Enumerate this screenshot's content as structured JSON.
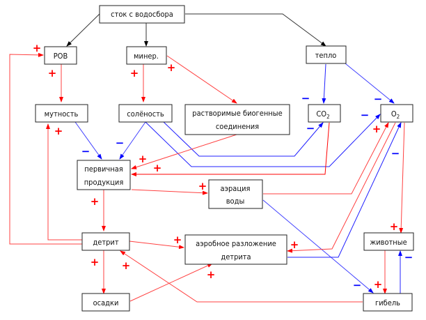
{
  "title": "Схема связей в водной экосистеме",
  "colors": {
    "positive": "#ff0000",
    "negative": "#0000ff",
    "neutral": "#000000"
  },
  "nodes": {
    "runoff": {
      "label": "сток с водосбора"
    },
    "dom": {
      "label": "РОВ"
    },
    "miner": {
      "label": "минер."
    },
    "heat": {
      "label": "тепло"
    },
    "turbidity": {
      "label": "мутность"
    },
    "salinity": {
      "label": "солёность"
    },
    "nutrients": {
      "label_line1": "растворимые биогенные",
      "label_line2": "соединения"
    },
    "co2": {
      "label": "CO",
      "sub": "2"
    },
    "o2": {
      "label": "O",
      "sub": "2"
    },
    "primary": {
      "label_line1": "первичная",
      "label_line2": "продукция"
    },
    "aeration": {
      "label_line1": "аэрация",
      "label_line2": "воды"
    },
    "detritus": {
      "label": "детрит"
    },
    "aerobic": {
      "label_line1": "аэробное разложение",
      "label_line2": "детрита"
    },
    "animals": {
      "label": "животные"
    },
    "sediments": {
      "label": "осадки"
    },
    "death": {
      "label": "гибель"
    }
  },
  "edges": [
    {
      "from": "сток с водосбора",
      "to": "РОВ",
      "sign": "neutral"
    },
    {
      "from": "сток с водосбора",
      "to": "минер.",
      "sign": "neutral"
    },
    {
      "from": "сток с водосбора",
      "to": "тепло",
      "sign": "neutral"
    },
    {
      "from": "РОВ",
      "to": "мутность",
      "sign": "+"
    },
    {
      "from": "минер.",
      "to": "солёность",
      "sign": "+"
    },
    {
      "from": "минер.",
      "to": "растворимые биогенные соединения",
      "sign": "+"
    },
    {
      "from": "тепло",
      "to": "CO2",
      "sign": "-"
    },
    {
      "from": "тепло",
      "to": "O2",
      "sign": "-"
    },
    {
      "from": "мутность",
      "to": "первичная продукция",
      "sign": "-"
    },
    {
      "from": "солёность",
      "to": "первичная продукция",
      "sign": "-"
    },
    {
      "from": "солёность",
      "to": "CO2",
      "sign": "-"
    },
    {
      "from": "солёность",
      "to": "O2",
      "sign": "-"
    },
    {
      "from": "растворимые биогенные соединения",
      "to": "первичная продукция",
      "sign": "+"
    },
    {
      "from": "CO2",
      "to": "первичная продукция",
      "sign": "+"
    },
    {
      "from": "первичная продукция",
      "to": "аэрация воды",
      "sign": "+"
    },
    {
      "from": "первичная продукция",
      "to": "детрит",
      "sign": "+"
    },
    {
      "from": "аэрация воды",
      "to": "O2",
      "sign": "+"
    },
    {
      "from": "аэрация воды",
      "to": "гибель",
      "sign": "-"
    },
    {
      "from": "детрит",
      "to": "мутность",
      "sign": "+"
    },
    {
      "from": "детрит",
      "to": "РОВ",
      "sign": "+"
    },
    {
      "from": "детрит",
      "to": "аэробное разложение детрита",
      "sign": "+"
    },
    {
      "from": "детрит",
      "to": "осадки",
      "sign": "+"
    },
    {
      "from": "осадки",
      "to": "аэробное разложение детрита",
      "sign": "+"
    },
    {
      "from": "O2",
      "to": "аэробное разложение детрита",
      "sign": "+"
    },
    {
      "from": "аэробное разложение детрита",
      "to": "O2",
      "sign": "-"
    },
    {
      "from": "O2",
      "to": "животные",
      "sign": "+"
    },
    {
      "from": "животные",
      "to": "гибель",
      "sign": "+"
    },
    {
      "from": "гибель",
      "to": "животные",
      "sign": "-"
    },
    {
      "from": "гибель",
      "to": "детрит",
      "sign": "+"
    }
  ],
  "signs": {
    "plus": "+",
    "minus": "−"
  }
}
